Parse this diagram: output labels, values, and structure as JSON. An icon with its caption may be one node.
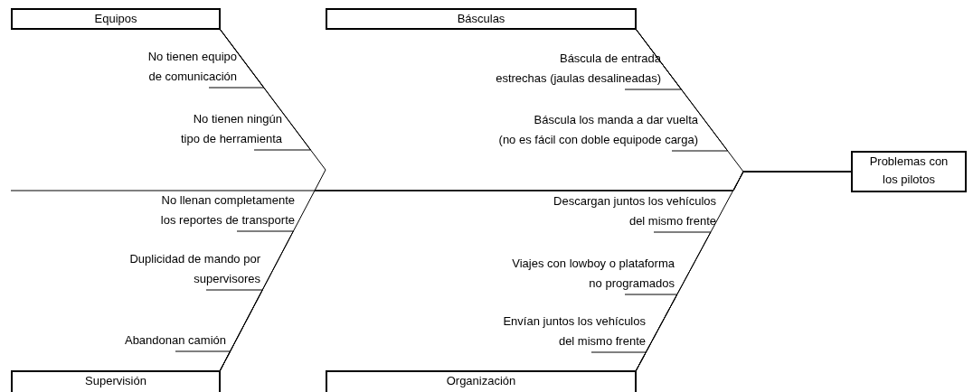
{
  "diagram": {
    "nodes": [
      {
        "text": [
          "Problemas con los pilotos"
        ]
      },
      {
        "text": [
          "Equipos"
        ]
      },
      {
        "text": [
          "Básculas"
        ]
      },
      {
        "text": [
          "Supervisión"
        ]
      },
      {
        "text": [
          "Organización"
        ]
      },
      {
        "text": [
          "No tienen equipo de comunicación"
        ]
      },
      {
        "text": [
          "No tienen ningún tipo de herramienta"
        ]
      },
      {
        "text": [
          "No llenan completamente los reportes de transporte"
        ]
      },
      {
        "text": [
          "Duplicidad de mando por supervisores"
        ]
      },
      {
        "text": [
          "Abandonan camión"
        ]
      },
      {
        "text": [
          "Báscula de entrada estrechas (jaulas desalineadas)"
        ]
      },
      {
        "text": [
          "Báscula los manda a dar vuelta (no es fácil con doble equipode carga)"
        ]
      },
      {
        "text": [
          "Descargan juntos los vehículos del mismo frente"
        ]
      },
      {
        "text": [
          "Viajes con lowboy o plataforma no programados"
        ]
      },
      {
        "text": [
          "Envían juntos los vehículos del mismo frente"
        ]
      }
    ],
    "edges": [
      {
        "from": 1,
        "to": 0,
        "arrow": "none"
      },
      {
        "from": 2,
        "to": 0,
        "arrow": "none"
      },
      {
        "from": 3,
        "to": 0,
        "arrow": "none"
      },
      {
        "from": 4,
        "to": 0,
        "arrow": "none"
      },
      {
        "from": null,
        "to": 0,
        "arrow": "none"
      },
      {
        "from": 5,
        "to": 1,
        "arrow": "none"
      },
      {
        "from": 6,
        "to": 1,
        "arrow": "none"
      },
      {
        "from": 7,
        "to": 3,
        "arrow": "none"
      },
      {
        "from": 8,
        "to": 3,
        "arrow": "none"
      },
      {
        "from": 9,
        "to": 3,
        "arrow": "none"
      },
      {
        "from": 10,
        "to": 2,
        "arrow": "none"
      },
      {
        "from": 11,
        "to": 2,
        "arrow": "none"
      },
      {
        "from": 12,
        "to": 4,
        "arrow": "none"
      },
      {
        "from": 13,
        "to": 4,
        "arrow": "none"
      },
      {
        "from": 14,
        "to": 4,
        "arrow": "none"
      }
    ]
  }
}
